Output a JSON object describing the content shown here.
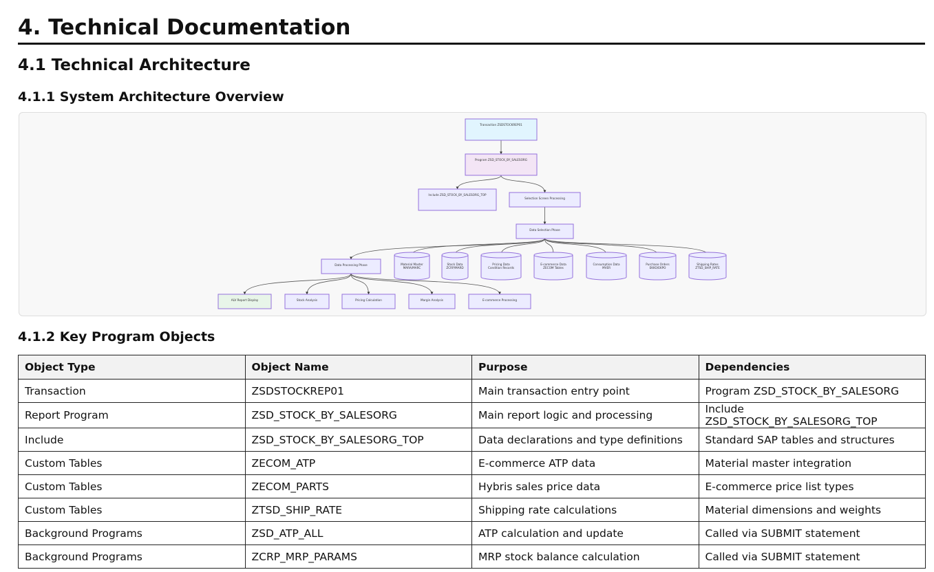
{
  "title": "4. Technical Documentation",
  "section": "4.1 Technical Architecture",
  "sub1": "4.1.1 System Architecture Overview",
  "sub2": "4.1.2 Key Program Objects",
  "diagram": {
    "nodes": [
      {
        "id": "tx",
        "label": "Transaction ZSDSTOCKREP01",
        "shape": "rect",
        "color": "#e1f5fe"
      },
      {
        "id": "prog",
        "label": "Program ZSD_STOCK_BY_SALESORG",
        "shape": "rect",
        "color": "#f3e5f5"
      },
      {
        "id": "inc",
        "label": "Include ZSD_STOCK_BY_SALESORG_TOP",
        "shape": "rect",
        "color": "#ececff"
      },
      {
        "id": "sel",
        "label": "Selection Screen Processing",
        "shape": "rect",
        "color": "#ececff"
      },
      {
        "id": "dsp",
        "label": "Data Selection Phase",
        "shape": "rect",
        "color": "#ececff"
      },
      {
        "id": "dpp",
        "label": "Data Processing Phase",
        "shape": "rect",
        "color": "#ececff"
      },
      {
        "id": "mat",
        "label": "Material Master\nMARA/MARC",
        "shape": "cyl",
        "color": "#ececff"
      },
      {
        "id": "stk",
        "label": "Stock Data\nZCRP/MARD",
        "shape": "cyl",
        "color": "#ececff"
      },
      {
        "id": "prc",
        "label": "Pricing Data\nCondition Records",
        "shape": "cyl",
        "color": "#ececff"
      },
      {
        "id": "eco",
        "label": "E-commerce Data\nZECOM Tables",
        "shape": "cyl",
        "color": "#ececff"
      },
      {
        "id": "con",
        "label": "Consumption Data\nMVER",
        "shape": "cyl",
        "color": "#ececff"
      },
      {
        "id": "po",
        "label": "Purchase Orders\nEKKO/EKPO",
        "shape": "cyl",
        "color": "#ececff"
      },
      {
        "id": "shp",
        "label": "Shipping Rates\nZTSD_SHIP_RATE",
        "shape": "cyl",
        "color": "#ececff"
      },
      {
        "id": "alv",
        "label": "ALV Report Display",
        "shape": "rect",
        "color": "#e8f5e9"
      },
      {
        "id": "sa",
        "label": "Stock Analysis",
        "shape": "rect",
        "color": "#ececff"
      },
      {
        "id": "pc",
        "label": "Pricing Calculation",
        "shape": "rect",
        "color": "#ececff"
      },
      {
        "id": "ma",
        "label": "Margin Analysis",
        "shape": "rect",
        "color": "#ececff"
      },
      {
        "id": "ep",
        "label": "E-commerce Processing",
        "shape": "rect",
        "color": "#ececff"
      }
    ],
    "edges": [
      [
        "tx",
        "prog"
      ],
      [
        "prog",
        "inc"
      ],
      [
        "prog",
        "sel"
      ],
      [
        "sel",
        "dsp"
      ],
      [
        "dsp",
        "dpp"
      ],
      [
        "dsp",
        "mat"
      ],
      [
        "dsp",
        "stk"
      ],
      [
        "dsp",
        "prc"
      ],
      [
        "dsp",
        "eco"
      ],
      [
        "dsp",
        "con"
      ],
      [
        "dsp",
        "po"
      ],
      [
        "dsp",
        "shp"
      ],
      [
        "dpp",
        "alv"
      ],
      [
        "dpp",
        "sa"
      ],
      [
        "dpp",
        "pc"
      ],
      [
        "dpp",
        "ma"
      ],
      [
        "dpp",
        "ep"
      ]
    ]
  },
  "table": {
    "headers": [
      "Object Type",
      "Object Name",
      "Purpose",
      "Dependencies"
    ],
    "rows": [
      [
        "Transaction",
        "ZSDSTOCKREP01",
        "Main transaction entry point",
        "Program ZSD_STOCK_BY_SALESORG"
      ],
      [
        "Report Program",
        "ZSD_STOCK_BY_SALESORG",
        "Main report logic and processing",
        "Include ZSD_STOCK_BY_SALESORG_TOP"
      ],
      [
        "Include",
        "ZSD_STOCK_BY_SALESORG_TOP",
        "Data declarations and type definitions",
        "Standard SAP tables and structures"
      ],
      [
        "Custom Tables",
        "ZECOM_ATP",
        "E-commerce ATP data",
        "Material master integration"
      ],
      [
        "Custom Tables",
        "ZECOM_PARTS",
        "Hybris sales price data",
        "E-commerce price list types"
      ],
      [
        "Custom Tables",
        "ZTSD_SHIP_RATE",
        "Shipping rate calculations",
        "Material dimensions and weights"
      ],
      [
        "Background Programs",
        "ZSD_ATP_ALL",
        "ATP calculation and update",
        "Called via SUBMIT statement"
      ],
      [
        "Background Programs",
        "ZCRP_MRP_PARAMS",
        "MRP stock balance calculation",
        "Called via SUBMIT statement"
      ]
    ]
  }
}
